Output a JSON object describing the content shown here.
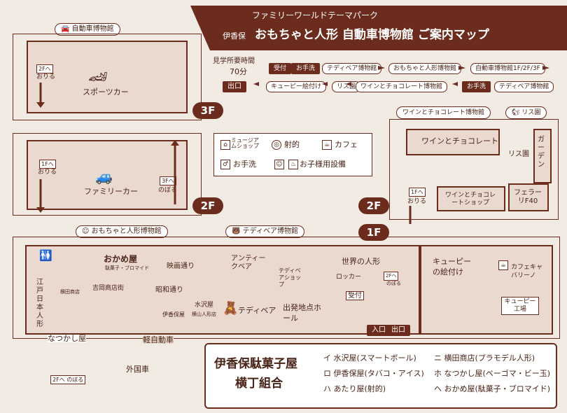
{
  "header": {
    "subtitle": "ファミリーワールドテーマパーク",
    "title_prefix": "伊香保",
    "title": "おもちゃと人形 自動車博物館 ご案内マップ"
  },
  "route": {
    "time_label": "見学所要時間",
    "time_value": "70分",
    "row1": [
      "受付",
      "お手洗",
      "テディベア博物館",
      "おもちゃと人形博物館",
      "自動車博物館1F/2F/3F"
    ],
    "row2": [
      "出口",
      "キューピー絵付け",
      "リス園",
      "ワインとチョコレート博物館",
      "お手洗",
      "テディベア博物館"
    ]
  },
  "legend": {
    "items": [
      {
        "icon": "shop-icon",
        "label": "ミュージアムショップ"
      },
      {
        "icon": "shooting-icon",
        "label": "射的"
      },
      {
        "icon": "cafe-icon",
        "label": "カフェ"
      },
      {
        "icon": "restroom-icon",
        "label": "お手洗"
      },
      {
        "icon": "baby-icon",
        "label": "お子様用設備"
      }
    ]
  },
  "museums": {
    "car": "自動車博物館",
    "wine_choco": "ワインとチョコレート博物館",
    "squirrel": "リス園",
    "toys_dolls": "おもちゃと人形博物館",
    "teddy": "テディベア博物館"
  },
  "floors": {
    "f3": "3F",
    "f2": "2F",
    "f2b": "2F",
    "f1": "1F"
  },
  "floor3": {
    "down_to": "2Fへ",
    "down_label": "おりる",
    "room": "スポーツカー"
  },
  "floor2": {
    "down_to": "1Fへ",
    "down_label": "おりる",
    "up_to": "3Fへ",
    "up_label": "のぼる",
    "room": "ファミリーカー"
  },
  "wing2f": {
    "wine": "ワインとチョコレート",
    "shop": "ワインとチョコレートショップ",
    "ferrari": "フェラーリF40",
    "squirrel": "リス園",
    "garden": "ガーデン",
    "down_to": "1Fへ",
    "down_label": "おりる"
  },
  "floor1": {
    "okameya": "おかめ屋",
    "okameya_sub": "駄菓子・ブロマイド",
    "movie": "映画通り",
    "edo": "江戸日本人形",
    "yokota": "横田商店",
    "yoshioka": "吉岡商店街",
    "showa": "昭和通り",
    "ikaho_hoya": "伊香保屋",
    "mizusawa": "水沢屋",
    "mizusawa_sub": "横山人形店",
    "natsukashiya": "なつかし屋",
    "kei": "軽自動車",
    "gaikoku": "外国車",
    "up_to": "2Fへ",
    "up_label": "のぼる",
    "antique": "アンティークベア",
    "teddy_shop": "テディベアショップ",
    "teddy_bear": "テディベア",
    "world_dolls": "世界の人形",
    "locker": "ロッカー",
    "reception": "受付",
    "departure": "出発地点ホール",
    "entrance": "入口",
    "exit": "出口",
    "up2f_to": "2Fへ",
    "up2f_label": "のぼる",
    "kewpie": "キューピーの絵付け",
    "cafe": "カフェキャバリーノ",
    "kewpie_factory": "キューピー工場"
  },
  "guild": {
    "title1": "伊香保駄菓子屋",
    "title2": "横丁組合",
    "shops": [
      {
        "mark": "イ",
        "name": "水沢屋(スマートボール)"
      },
      {
        "mark": "ロ",
        "name": "伊香保屋(タバコ・アイス)"
      },
      {
        "mark": "ハ",
        "name": "あたり屋(射的)"
      },
      {
        "mark": "ニ",
        "name": "横田商店(プラモデル人形)"
      },
      {
        "mark": "ホ",
        "name": "なつかし屋(ベーゴマ・ビー玉)"
      },
      {
        "mark": "ヘ",
        "name": "おかめ屋(駄菓子・ブロマイド)"
      }
    ]
  },
  "colors": {
    "brand": "#6b2c1e",
    "paper": "#f2ebe4",
    "room": "#ead9cf"
  }
}
